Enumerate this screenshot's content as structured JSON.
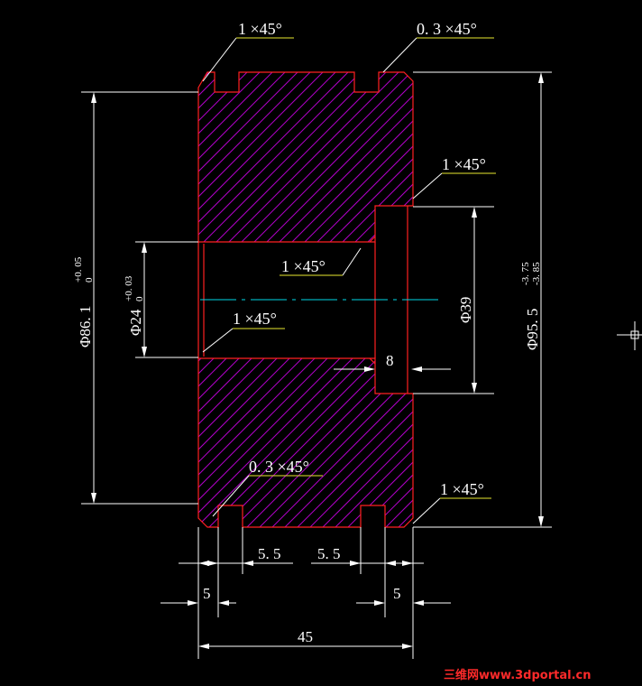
{
  "colors": {
    "background": "#000000",
    "outline": "#ff2020",
    "hatch": "#b000c8",
    "dimension": "#ffffff",
    "leader_underline": "#e8e830",
    "centerline": "#00d8e8",
    "watermark": "#ff2a2a"
  },
  "chamfers": {
    "top_left": "1 ×45°",
    "top_right": "0. 3  ×45°",
    "right_mid": "1 ×45°",
    "bore_upper": "1 ×45°",
    "bore_lower": "1 ×45°",
    "bottom_left": "0. 3  ×45°",
    "bottom_right": "1 ×45°"
  },
  "dimensions": {
    "outer_left": {
      "base": "Φ86. 1",
      "tol_upper": "+0. 05",
      "tol_lower": "0"
    },
    "bore": {
      "base": "Φ24",
      "tol_upper": "+0. 03",
      "tol_lower": "0"
    },
    "counterbore": "Φ39",
    "outer_right": {
      "base": "Φ95. 5",
      "tol_upper": "-3. 75",
      "tol_lower": "-3. 85"
    },
    "counterbore_depth": "8",
    "groove_width_left": "5. 5",
    "groove_width_right": "5. 5",
    "groove_offset_left": "5",
    "groove_offset_right": "5",
    "overall_width": "45"
  },
  "watermark": "三维网www.3dportal.cn"
}
